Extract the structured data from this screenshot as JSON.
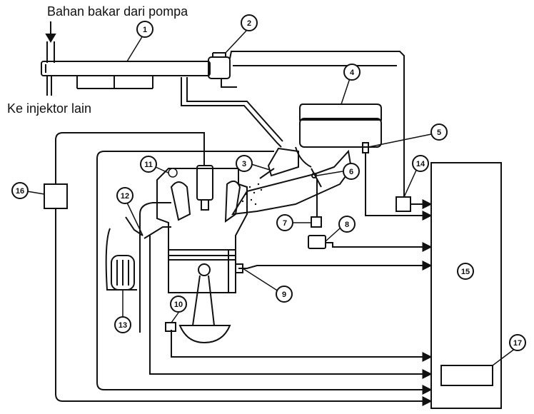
{
  "labels": {
    "fuel_from_pump": "Bahan bakar dari pompa",
    "to_other_injectors": "Ke injektor lain"
  },
  "callouts": [
    "1",
    "2",
    "3",
    "4",
    "5",
    "6",
    "7",
    "8",
    "9",
    "10",
    "11",
    "12",
    "13",
    "14",
    "15",
    "16",
    "17"
  ]
}
